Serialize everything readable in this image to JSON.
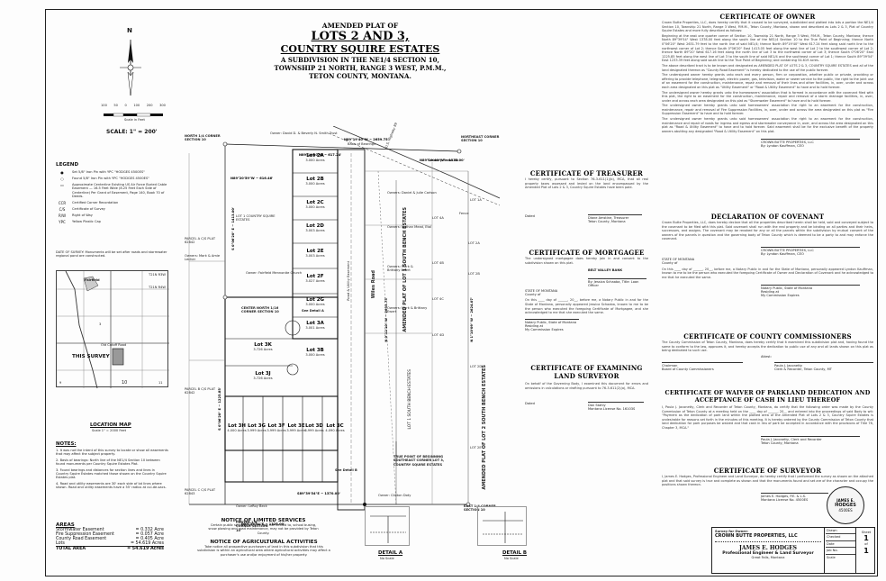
{
  "title": {
    "line1": "AMENDED PLAT OF",
    "line2": "LOTS 2 AND 3,",
    "line3": "COUNTRY SQUIRE ESTATES",
    "line4": "A SUBDIVISION IN THE NE1/4 SECTION 10,",
    "line5": "TOWNSHIP 21 NORTH, RANGE 3 WEST, P.M.M.,",
    "line6": "TETON COUNTY, MONTANA."
  },
  "scale": {
    "bar_label": "Scale in Feet",
    "text": "SCALE: 1\" = 200'",
    "ticks": [
      "100",
      "50",
      "0",
      "100",
      "200",
      "300"
    ]
  },
  "legend": {
    "title": "LEGEND",
    "items": [
      {
        "sym": "●",
        "text": "Set 5/8\" Iron Pin with YPC \"HODGES 4500ES\""
      },
      {
        "sym": "○",
        "text": "Found 5/8\" Iron Pin with YPC \"HODGES 4500ES\""
      },
      {
        "sym": "▭",
        "text": "Approximate Centerline Existing US Air Force Buried Cable Easement — 16.5 Feet Wide (8.25 Feet Each Side of Centerline) Per Grant of Easement, Page 140, Book 70 of Deeds."
      },
      {
        "sym": "CCR",
        "text": "Certified Corner Recordation"
      },
      {
        "sym": "C/S",
        "text": "Certificate of Survey"
      },
      {
        "sym": "R/W",
        "text": "Right of Way"
      },
      {
        "sym": "YPC",
        "text": "Yellow Plastic Cap"
      }
    ],
    "date_of_survey": "DATE OF SURVEY: Monuments will be set after roads and stormwater regional pond are constructed."
  },
  "location_map": {
    "title": "LOCATION MAP",
    "subtitle": "Scale 1\" = 2000 Feet",
    "this_survey": "THIS SURVEY",
    "labels": [
      "Fairfield",
      "T21N R3W",
      "T21N R4W",
      "3",
      "10",
      "11",
      "9",
      "Old Cutoff Road"
    ]
  },
  "notes": {
    "title": "NOTES:",
    "items": [
      "1. It was not the intent of this survey to locate or show all easements that may affect the subject property.",
      "2. Basis of bearings: North line of the NE1/4 Section 10 between found monuments per Country Squire Estates Plat.",
      "3. Found bearings and distances for section lines and lines in Country Squire Estates matched those shown on the Country Squire Estates plat.",
      "4. Road and utility easements are 30' each side of lot lines where shown. Road and utility easements have a 55' radius at cul-de-sacs."
    ]
  },
  "areas": {
    "title": "AREAS",
    "rows": [
      {
        "label": "Stormwater Easement",
        "value": "= 0.332 Acre"
      },
      {
        "label": "Fire Suppression Easement",
        "value": "= 0.057 Acre"
      },
      {
        "label": "County Road Easement",
        "value": "= 0.405 Acre"
      },
      {
        "label": "Lots",
        "value": "= 54.619 Acres"
      },
      {
        "label": "TOTAL AREA",
        "value": "= 54.619 Acres"
      }
    ]
  },
  "notices": {
    "limited_title": "NOTICE OF LIMITED SERVICES",
    "limited_text": "Certain public services such as, but not limited to, school busing, snow plowing and road maintenance, may not be provided by Teton County.",
    "agricultural_title": "NOTICE OF AGRICULTURAL ACTIVITIES",
    "agricultural_text": "Take notice all prospective purchasers of land in this subdivision that this subdivision is within an agricultural area where agricultural activities may affect a purchaser's use and/or enjoyment of his/her property."
  },
  "plat": {
    "corners": {
      "north_quarter": "NORTH 1/4 CORNER SECTION 10",
      "northeast": "NORTHEAST CORNER SECTION 10",
      "center_north": "CENTER NORTH 1/16 CORNER SECTION 10",
      "center_east": "CENTER 1/4 CORNER SECTION 10",
      "east_quarter": "EAST 1/4 CORNER SECTION 10",
      "tpob": "TRUE POINT OF BEGINNING SOUTHEAST CORNER LOT 3, COUNTRY SQUIRE ESTATES"
    },
    "bearings": {
      "north_line": "N89°19'40\"W ~ 2659.75'",
      "basis": "Basis of Bearings",
      "top": "N89°19'40\"W ~ 617.24'",
      "top2": "N89°19'40\"W ~ 1325.00'",
      "left_mid": "N89°20'59\"W ~ 616.46'",
      "bottom": "S89°39'54\"E ~ 1370.00'",
      "bottom2": "N89°39'54\"E ~ 1325.00'",
      "west_vert": "S 0°06'20\" E ~ 1413.00'",
      "west_vert2": "S 0°06'20\" E ~ 1225.85'",
      "east_vert": "N 0°12'10\" W ~ 2633.75'",
      "east_vert2": "N 1°10'09\" W ~ 2624.07'"
    },
    "owner_labels": [
      "Owner: David D. & Beverly N. Smith Trust",
      "Owners: Daniel & Julie Carlson",
      "Owners: Nathan Mead, Etal",
      "Owners: Mark & Brittany Ewert",
      "Owners: Mark & Brittany Ewert",
      "Owners: Mark & Amie Lecher",
      "Owner: Fairfield Mennonite Church",
      "Owner: LeRoy Beck",
      "Owner: Clinton Doty"
    ],
    "road_labels": [
      "U.S. Highway 89",
      "Country Road 50",
      "Fence",
      "Road & Utility Easement"
    ],
    "lots": [
      {
        "name": "Lot 2A",
        "acres": "3.000 Acres"
      },
      {
        "name": "Lot 2B",
        "acres": "3.000 Acres"
      },
      {
        "name": "Lot 2C",
        "acres": "3.000 Acres"
      },
      {
        "name": "Lot 2D",
        "acres": "3.003 Acres"
      },
      {
        "name": "Lot 2E",
        "acres": "3.003 Acres"
      },
      {
        "name": "Lot 2F",
        "acres": "3.027 Acres"
      },
      {
        "name": "Lot 2G",
        "acres": "3.000 Acres"
      },
      {
        "name": "Lot 3A",
        "acres": "3.001 Acres"
      },
      {
        "name": "Lot 3B",
        "acres": "3.000 Acres"
      },
      {
        "name": "Lot 3C",
        "acres": "4.090 Acres"
      },
      {
        "name": "Lot 3K",
        "acres": "3.726 Acres"
      },
      {
        "name": "Lot 3J",
        "acres": "3.726 Acres"
      },
      {
        "name": "Lot 3H",
        "acres": "4.000 Acres"
      },
      {
        "name": "Lot 3G",
        "acres": "3.999 Acres"
      },
      {
        "name": "Lot 3F",
        "acres": "3.999 Acres"
      },
      {
        "name": "Lot 3E",
        "acres": "3.999 Acres"
      },
      {
        "name": "Lot 3D",
        "acres": "3.999 Acres"
      }
    ],
    "vertical_labels": [
      "AMENDED PLAT OF LOT 1 SOUTH BENCH ESTATES",
      "AMENDED PLAT OF LOT 2 SOUTH BENCH ESTATES",
      "LOT 1 SOUTH BENCH ESTATES",
      "Wiles Road"
    ],
    "side_labels": [
      "LOT 1 COUNTRY SQUIRE ESTATES",
      "LOT 4A",
      "LOT 4B",
      "LOT 4C",
      "LOT 4D",
      "LOT 2A",
      "LOT 2B",
      "PARCEL A C/S PLAT 62842",
      "PARCEL B C/S PLAT 62842",
      "PARCEL C C/S PLAT 62843",
      "LOT 1A",
      "LOT 2D",
      "LOT 2E"
    ],
    "see_detail": [
      "See Detail A",
      "See Detail B"
    ],
    "details": [
      {
        "title": "DETAIL A",
        "scale": "No Scale"
      },
      {
        "title": "DETAIL B",
        "scale": "No Scale"
      }
    ]
  },
  "certificates": {
    "owner": {
      "title": "CERTIFICATE OF OWNER",
      "text1": "Crown Butte Properties, LLC, does hereby certify that it caused to be surveyed, subdivided and platted into lots a portion the NE1/4 Section 10, Township 21 North, Range 3 West, P.M.M., Teton County, Montana, shown and described as Lots 2 & 3, Plat of Country Squire Estates and more fully described as follows:",
      "text2": "Beginning at the east one quarter corner of Section 10, Township 21 North, Range 3 West, P.M.M., Teton County, Montana; thence North 89°39'54\" West 1378.00 feet along the south line of the NE1/4 Section 10 to the True Point of Beginning; thence North 0°06'20\" West 2631.79 feet to the north line of said NE1/4; thence North 89°19'40\" West 617.24 feet along said north line to the northwest corner of Lot 2; thence South 0°06'20\" East 1413.05 feet along the west line of Lot 2 to the southwest corner of Lot 2; thence North 89°20' West 617.16 feet along the north line of Lot 3 to the northwest corner of Lot 3; thence South 0°06'20\" East 1225.85 feet along the west line of Lot 3 to the south line of said NE1/4 and the southeast corner of Lot 1; thence South 89°39'54\" East 1233.39 feet along said south line to the True Point of Beginning; and containing 54.619 acres.",
      "text3": "The above described tract is to be known and designated as AMENDED PLAT OF LOTS 2 & 3, COUNTRY SQUIRE ESTATES and all of the land designated thereon as \"County Road Easement\" is hereby dedicated to the use of the public forever.",
      "text4": "The undersigned owner hereby grants unto each and every person, firm or corporation, whether public or private, providing or offering to provide telephone, telegraph, electric power, gas, television, water or sewer service to the public, the right to the joint use of an easement for the construction, maintenance, repair and removal of their lines and other facilities, in, over, under and across each area designated on this plat as \"Utility Easement\" or \"Road & Utility Easement\" to have and to hold forever.",
      "text5": "The undersigned owner hereby grants unto the homeowners' association that is formed in accordance with the covenant filed with this plat, the right to an easement for the construction, maintenance, repair and removal of a storm drainage facilities, in, over, under and across each area designated on this plat as \"Stormwater Easement\" to have and to hold forever.",
      "text6": "The undersigned owner hereby grants unto said homeowners' association the right to an easement for the construction, maintenance, repair and removal of Fire Suppression Facilities, in, over, under and across the area designated on this plat as \"Fire Suppression Easement\" to have and to hold forever.",
      "text7": "The undersigned owner hereby grants unto said homeowners' association the right to an easement for the construction, maintenance and repair of roads for ingress and egress and stormwater conveyance in, over, and across the area designated on this plat as \"Road & Utility Easement\" to have and to hold forever. Said easement shall be for the exclusive benefit of the property owners abutting any designated \"Road & Utility Easement\" on this plat.",
      "sig_company": "CROWN BUTTE PROPERTIES, LLC",
      "sig_by": "By: Lyndon Kauffman, CEO"
    },
    "covenant": {
      "title": "DECLARATION OF COVENANT",
      "text": "Crown Butte Properties, LLC, does hereby declare that all the properties described herein shall be held, sold and conveyed subject to the covenant to be filed with this plat. Said covenant shall run with the real property and be binding on all parties and their heirs, successors, and assigns. The covenant may be revoked for any or all the parcels within the subdivision by mutual consent of the owners of the parcels in question and the governing body of Teton County which is deemed to be a party to and may enforce the covenant.",
      "sig_company": "CROWN BUTTE PROPERTIES, LLC",
      "sig_by": "By: Lyndon Kauffman, CEO",
      "state": "STATE OF MONTANA",
      "county": "County of",
      "ss": "ss",
      "notary_text": "On this ____ day of ______, 20__, before me, a Notary Public in and for the State of Montana, personally appeared Lyndon Kauffman, known to me to be the person who executed the foregoing Certificate of Owner and Declaration of Covenant and he acknowledged to me that he executed the same.",
      "notary_sig1": "Notary Public, State of Montana",
      "notary_sig2": "Residing at",
      "notary_sig3": "My Commission Expires"
    },
    "treasurer": {
      "title": "CERTIFICATE OF TREASURER",
      "text": "I hereby certify, pursuant to Section 76-3-611(1)(b), MCA, that all real property taxes assessed and levied on the land encompassed by the Amended Plat of Lots 2 & 3, Country Squire Estates have been paid.",
      "sig_name": "Diane Amstine, Treasurer",
      "sig_place": "Teton County, Montana",
      "date_label": "Dated"
    },
    "mortgagee": {
      "title": "CERTIFICATE OF MORTGAGEE",
      "text": "The undersigned mortgagee does hereby join in and consent to the subdivision shown on this plat.",
      "bank": "BELT VALLEY BANK",
      "by": "By: Jessica Schaaba, Title: Loan Officer",
      "state": "STATE OF MONTANA",
      "county": "County of",
      "notary_text": "On this ____ day of ______, 20__, before me, a Notary Public in and for the State of Montana, personally appeared Jessica Schaaba, known to me to be the person who executed the foregoing Certificate of Mortgagee, and she acknowledged to me that she executed the same.",
      "notary_sig1": "Notary Public, State of Montana",
      "notary_sig2": "Residing at",
      "notary_sig3": "My Commission Expires"
    },
    "examining": {
      "title": "CERTIFICATE OF EXAMINING LAND SURVEYOR",
      "text": "On behalf of the Governing Body, I examined this document for errors and omissions in calculations or drafting pursuant to 76-3-611(2)(a), MCA.",
      "sig_name": "Dan Stahly",
      "sig_lic": "Montana License No. 16103S",
      "date_label": "Dated"
    },
    "commissioners": {
      "title": "CERTIFICATE OF COUNTY COMMISSIONERS",
      "text": "The County Commission of Teton County, Montana, does hereby certify that it examined this subdivision plat and, having found the same to conform to the law, approves it, and hereby accepts the dedication to public use of any and all lands shown on this plat as being dedicated to such use.",
      "sig1_name": "Chairman",
      "sig1_title": "Board of County Commissioners",
      "attest": "Attest:",
      "sig2_name": "Paula J. Jaconetty",
      "sig2_title": "Clerk & Recorder, Teton County, MT"
    },
    "parkland": {
      "title": "CERTIFICATE OF WAIVER OF PARKLAND DEDICATION AND ACCEPTANCE OF CASH IN LIEU THEREOF",
      "text": "I, Paula J. Jaconetty, Clerk and Recorder of Teton County, Montana, do certify that the following order was made by the County Commission of Teton County at a meeting held on the ____ day of ______, 20__ and entered into the proceedings of said Body to wit: \"Payment as the dedication of park land within the platted area of the Amended Plat of Lots 2 & 3, Country Squire Estates is undesirable for reasons set forth in the minutes of this meeting. It is hereby ordered by the County Commission of Teton County that land dedication for park purposes be waived and that cash in lieu of park be accepted in accordance with the provisions of Title 76, Chapter 3, MCA.\"",
      "sig_name": "Paula J. Jaconetty, Clerk and Recorder",
      "sig_place": "Teton County, Montana"
    },
    "surveyor": {
      "title": "CERTIFICATE OF SURVEYOR",
      "text": "I, James E. Hodges, Professional Engineer and Land Surveyor, do hereby certify that I performed the survey as shown on the attached plat and that said survey is true and complete as shown and that the monuments found and set are of the character and occupy the positions shown thereon.",
      "sig_name": "James E. Hodges, P.E. & L.S.",
      "sig_lic": "Montana License No. 4500ES",
      "seal_top": "JAMES E.",
      "seal_mid": "HODGES",
      "seal_bot": "4500ES"
    }
  },
  "title_block": {
    "survey_for": "Survey for Owner:",
    "owner": "CROWN BUTTE PROPERTIES, LLC",
    "surveyor_name": "JAMES E. HODGES",
    "surveyor_title": "Professional Engineer & Land Surveyor",
    "address": "Great Falls, Montana",
    "fields": [
      "Drawn",
      "Checked",
      "Date",
      "Job No.",
      "Scale"
    ],
    "sheet_label": "Sheet",
    "sheet_no": "1",
    "of": "of",
    "total": "1"
  },
  "north_arrow": {
    "label": "N"
  }
}
